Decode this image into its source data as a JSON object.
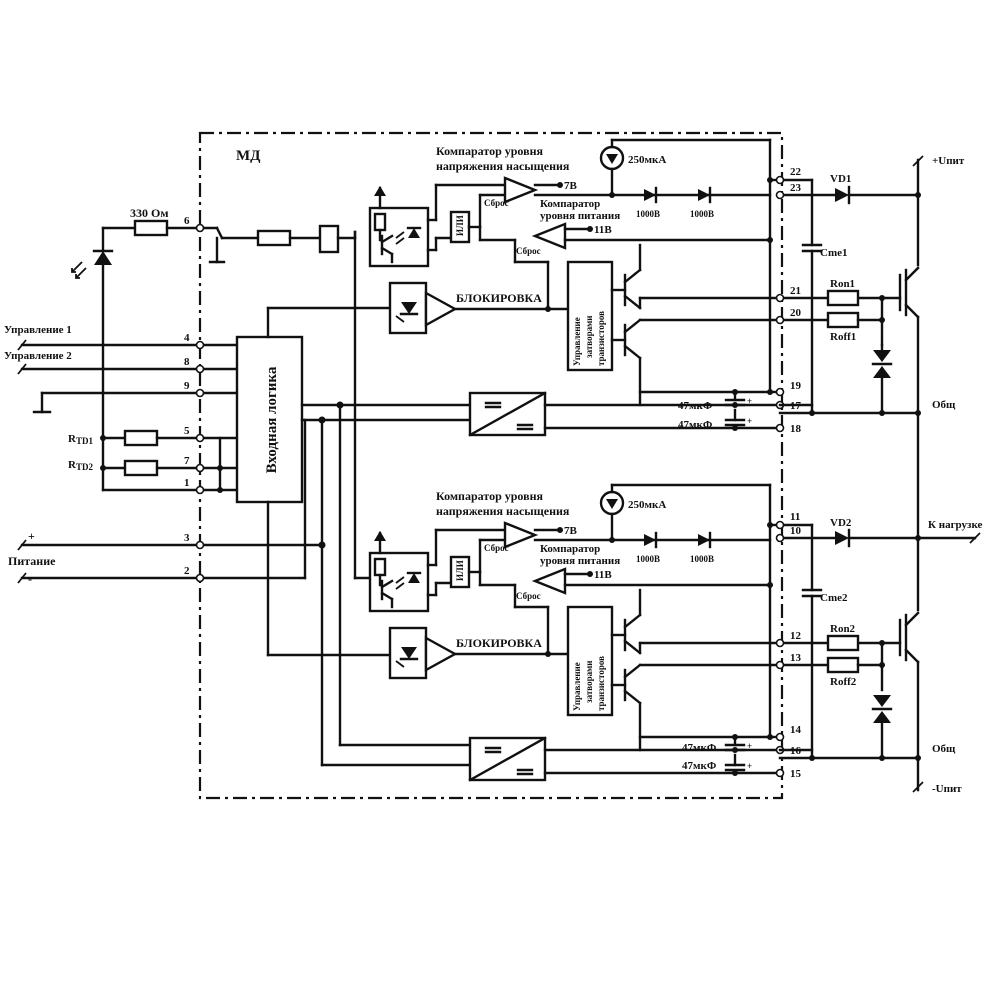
{
  "module": {
    "title": "МД"
  },
  "left": {
    "resistor_330": "330 Ом",
    "control1": "Управление 1",
    "control2": "Управление 2",
    "rtd1": "R",
    "rtd1_sub": "TD1",
    "rtd2": "R",
    "rtd2_sub": "TD2",
    "power": "Питание",
    "plus": "+",
    "minus": "-"
  },
  "logic": {
    "label": "Входная логика"
  },
  "channels": {
    "top": {
      "sat_comparator_line1": "Компаратор уровня",
      "sat_comparator_line2": "напряжения насыщения",
      "current_source": "250мкА",
      "ref_7v": "7В",
      "reset1": "Сброс",
      "supply_comparator_line1": "Компаратор",
      "supply_comparator_line2": "уровня питания",
      "ref_11v": "11В",
      "reset2": "Сброс",
      "or_gate": "ИЛИ",
      "diode_rating1": "1000В",
      "diode_rating2": "1000В",
      "blocking": "БЛОКИРОВКА",
      "gate_driver_line1": "Управление",
      "gate_driver_line2": "затворами",
      "gate_driver_line3": "транзисторов",
      "cap1": "47мкФ",
      "cap2": "47мкФ"
    },
    "bottom": {
      "sat_comparator_line1": "Компаратор уровня",
      "sat_comparator_line2": "напряжения насыщения",
      "current_source": "250мкА",
      "ref_7v": "7В",
      "reset1": "Сброс",
      "supply_comparator_line1": "Компаратор",
      "supply_comparator_line2": "уровня питания",
      "ref_11v": "11В",
      "reset2": "Сброс",
      "or_gate": "ИЛИ",
      "diode_rating1": "1000В",
      "diode_rating2": "1000В",
      "blocking": "БЛОКИРОВКА",
      "gate_driver_line1": "Управление",
      "gate_driver_line2": "затворами",
      "gate_driver_line3": "транзисторов",
      "cap1": "47мкФ",
      "cap2": "47мкФ"
    }
  },
  "pins": {
    "p1": "1",
    "p2": "2",
    "p3": "3",
    "p4": "4",
    "p5": "5",
    "p6": "6",
    "p7": "7",
    "p8": "8",
    "p9": "9",
    "p10": "10",
    "p11": "11",
    "p12": "12",
    "p13": "13",
    "p14": "14",
    "p15": "15",
    "p16": "16",
    "p17": "17",
    "p18": "18",
    "p19": "19",
    "p20": "20",
    "p21": "21",
    "p22": "22",
    "p23": "23"
  },
  "right": {
    "vd1": "VD1",
    "vd2": "VD2",
    "cme1": "Cme1",
    "cme2": "Cme2",
    "ron1": "Ron1",
    "roff1": "Roff1",
    "ron2": "Ron2",
    "roff2": "Roff2",
    "u_pos": "+Uпит",
    "u_neg": "-Uпит",
    "common1": "Общ",
    "common2": "Общ",
    "to_load": "К нагрузке"
  }
}
